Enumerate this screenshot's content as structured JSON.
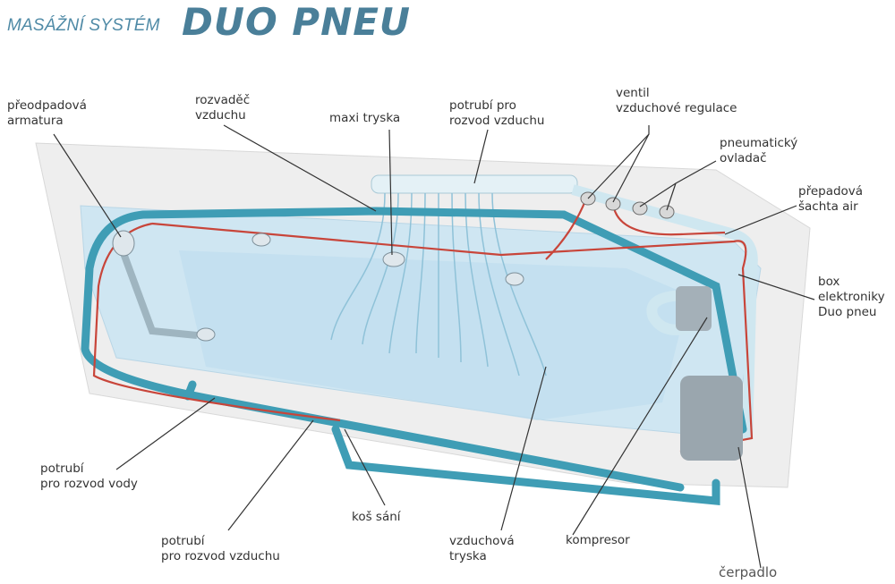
{
  "title": {
    "prefix": "MASÁŽNÍ SYSTÉM",
    "name": "DUO PNEU"
  },
  "labels": {
    "preodpadova": [
      "přeodpadová",
      "armatura"
    ],
    "rozvadec": [
      "rozvaděč",
      "vzduchu"
    ],
    "maxi_tryska": [
      "maxi tryska"
    ],
    "potrubi_top": [
      "potrubí pro",
      "rozvod vzduchu"
    ],
    "ventil": [
      "ventil",
      "vzduchové regulace"
    ],
    "pneumaticky": [
      "pneumatický",
      "ovladač"
    ],
    "prepadova": [
      "přepadová",
      "šachta air"
    ],
    "box": [
      "box",
      "elektroniky",
      "Duo pneu"
    ],
    "potrubi_voda": [
      "potrubí",
      "pro rozvod vody"
    ],
    "kos": [
      "koš sání"
    ],
    "potrubi_bottom": [
      "potrubí",
      "pro rozvod vzduchu"
    ],
    "vzduchova_tryska": [
      "vzduchová",
      "tryska"
    ],
    "kompresor": [
      "kompresor"
    ],
    "cerpadlo": [
      "čerpadlo"
    ]
  },
  "colors": {
    "title": "#4a7f99",
    "pipe": "#3f9db5",
    "wire": "#c8453a",
    "basin": "#cfe6f2",
    "rim": "#ececec"
  }
}
